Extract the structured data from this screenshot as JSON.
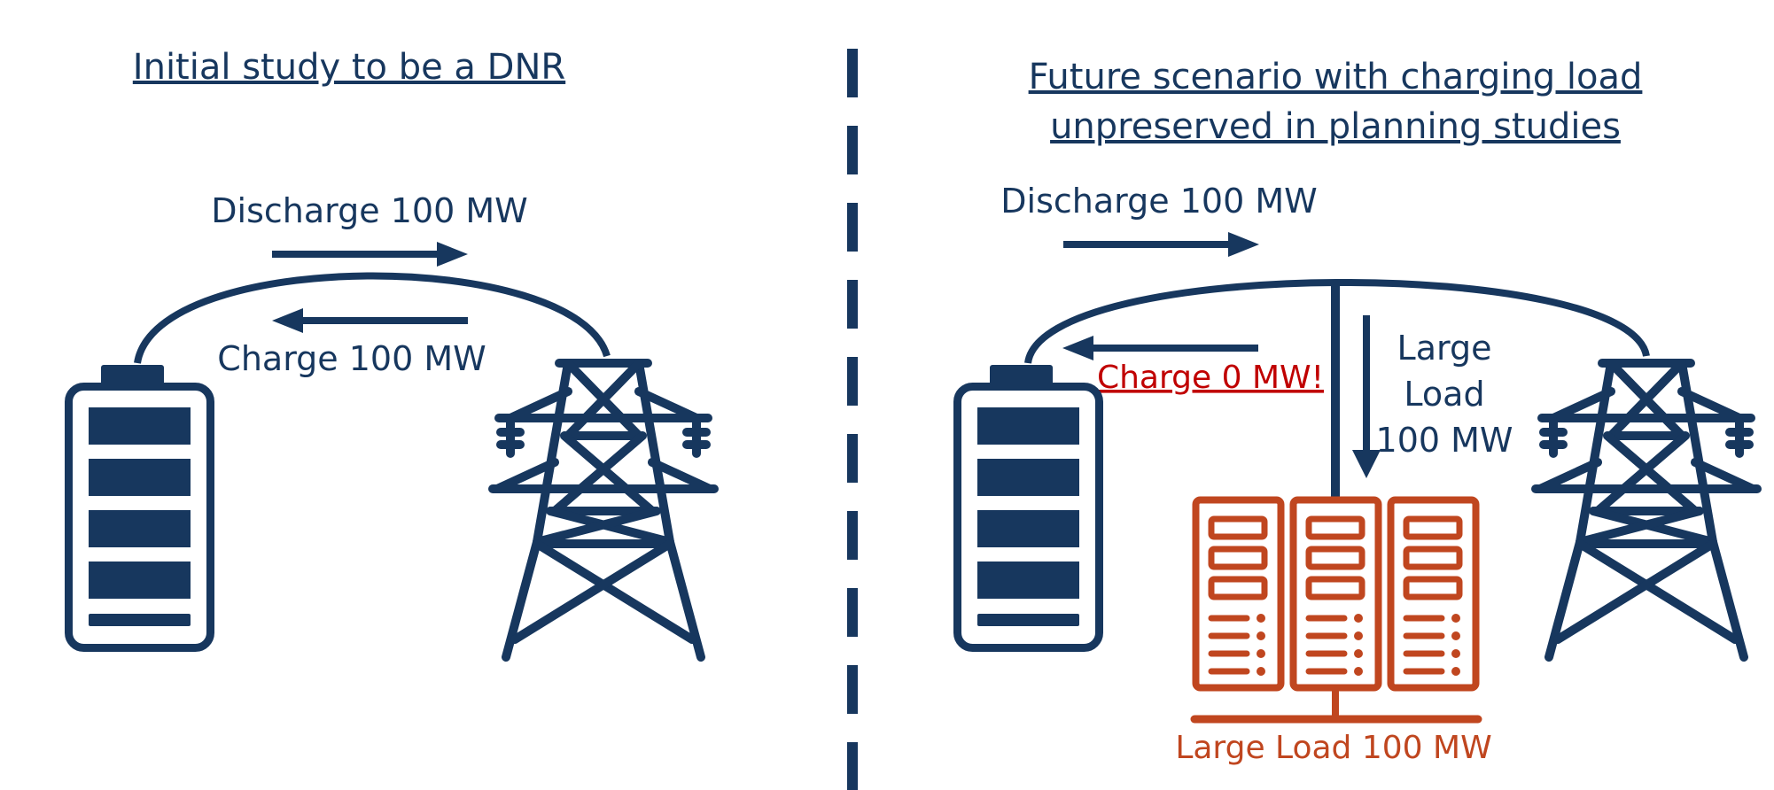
{
  "left_panel": {
    "title": "Initial study to be a DNR",
    "discharge_label": "Discharge 100 MW",
    "charge_label": "Charge 100 MW"
  },
  "right_panel": {
    "title_line1": "Future scenario with charging load",
    "title_line2": "unpreserved in planning studies",
    "discharge_label": "Discharge 100 MW",
    "charge_label": "Charge 0 MW!",
    "load_flow_line1": "Large",
    "load_flow_line2": "Load",
    "load_flow_line3": "100 MW",
    "large_load_label": "Large Load 100 MW"
  },
  "icons": [
    "battery-icon",
    "transmission-tower-icon",
    "server-rack-icon"
  ],
  "colors": {
    "navy": "#17375E",
    "warning_red": "#C00000",
    "load_orange": "#C0461F",
    "background": "#FFFFFF"
  }
}
